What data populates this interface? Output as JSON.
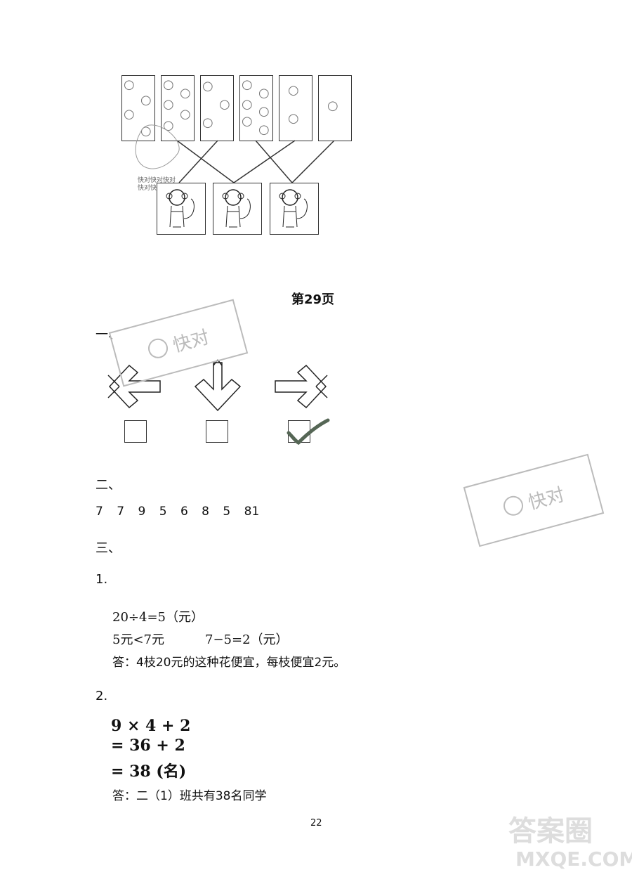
{
  "diagram": {
    "top_watermark_lines": [
      "快对快对快对",
      "快对快对快对"
    ]
  },
  "page_title": "第29页",
  "section1": {
    "label": "一、"
  },
  "section2": {
    "label": "二、",
    "numbers": [
      "7",
      "7",
      "9",
      "5",
      "6",
      "8",
      "5",
      "81"
    ]
  },
  "section3": {
    "label": "三、",
    "q1": {
      "num": "1.",
      "line1": "20÷4=5（元）",
      "line2a": "5元<7元",
      "line2b": "7−5=2（元）",
      "answer": "答：4枝20元的这种花便宜，每枝便宜2元。"
    },
    "q2": {
      "num": "2.",
      "line1": "9 × 4 + 2",
      "line2": "= 36 + 2",
      "line3": "= 38 (名)",
      "answer": "答：二（1）班共有38名同学"
    }
  },
  "page_number": "22",
  "watermarks": {
    "main": "快对",
    "footer_line1": "答案圈",
    "footer_line2": "MXQE.COM"
  },
  "colors": {
    "check": "#556655",
    "watermark": "#bbbbbb"
  }
}
